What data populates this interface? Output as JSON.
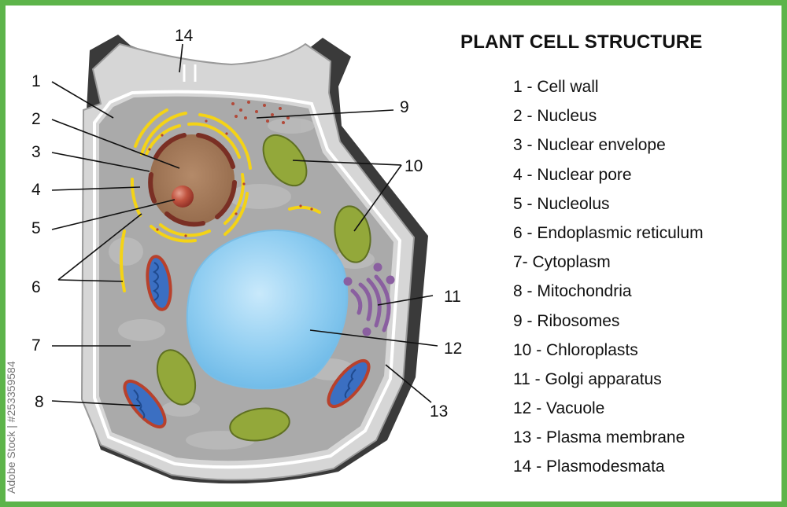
{
  "title": "PLANT CELL STRUCTURE",
  "legend": [
    "1 - Cell wall",
    "2 - Nucleus",
    "3 - Nuclear envelope",
    "4 - Nuclear pore",
    "5 - Nucleolus",
    "6 - Endoplasmic reticulum",
    "7- Cytoplasm",
    "8 - Mitochondria",
    "9 - Ribosomes",
    "10 - Chloroplasts",
    "11 - Golgi apparatus",
    "12 - Vacuole",
    "13 - Plasma membrane",
    "14 - Plasmodesmata"
  ],
  "callouts": [
    "1",
    "2",
    "3",
    "4",
    "5",
    "6",
    "7",
    "8",
    "9",
    "10",
    "11",
    "12",
    "13",
    "14"
  ],
  "stock_id": "Adobe Stock | #253359584",
  "colors": {
    "frame": "#5db44a",
    "cell_wall": "#d6d6d6",
    "cytoplasm": "#a9a9a9",
    "nucleus": "#a27a5b",
    "nucleolus": "#b5473a",
    "er": "#f4d316",
    "chloroplast": "#93a83a",
    "mitochondria": "#c0392b",
    "vacuole": "#8ccbf0",
    "golgi": "#8a5fa0"
  }
}
